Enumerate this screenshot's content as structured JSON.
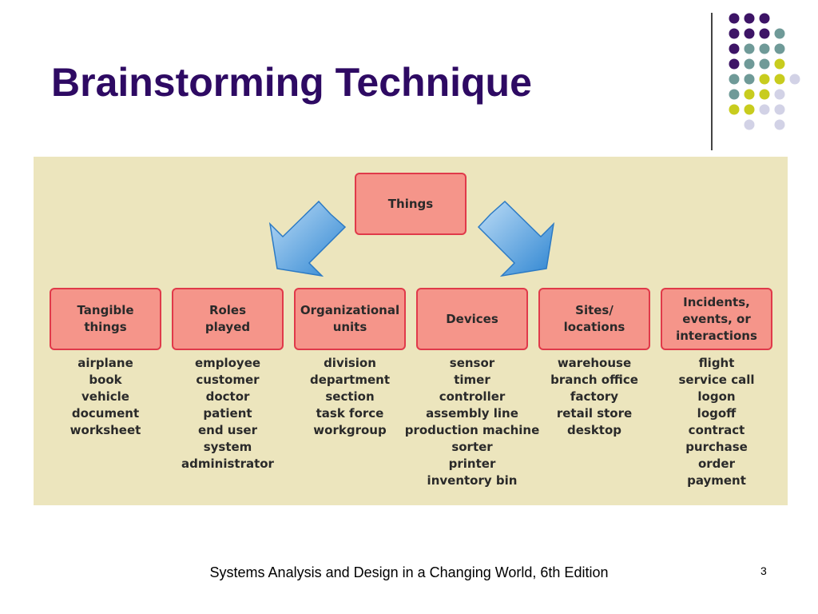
{
  "slide": {
    "title": "Brainstorming Technique",
    "footer": "Systems Analysis and Design in a Changing World, 6th Edition",
    "page_number": "3"
  },
  "colors": {
    "title": "#2e0a63",
    "panel": "#ece5bd",
    "box_fill": "#f5958a",
    "box_border": "#e03a4a",
    "arrow": "#3a8fd8",
    "dot_purple": "#3d1466",
    "dot_teal": "#6f9a98",
    "dot_yellow": "#c8cc1e",
    "dot_lavender": "#d2d2e6"
  },
  "diagram": {
    "root": "Things",
    "categories": [
      {
        "label": "Tangible\nthings",
        "items": [
          "airplane",
          "book",
          "vehicle",
          "document",
          "worksheet"
        ]
      },
      {
        "label": "Roles\nplayed",
        "items": [
          "employee",
          "customer",
          "doctor",
          "patient",
          "end user",
          "system",
          "administrator"
        ]
      },
      {
        "label": "Organizational\nunits",
        "items": [
          "division",
          "department",
          "section",
          "task force",
          "workgroup"
        ]
      },
      {
        "label": "Devices",
        "items": [
          "sensor",
          "timer",
          "controller",
          "assembly line",
          "production machine",
          "sorter",
          "printer",
          "inventory bin"
        ]
      },
      {
        "label": "Sites/\nlocations",
        "items": [
          "warehouse",
          "branch office",
          "factory",
          "retail store",
          "desktop"
        ]
      },
      {
        "label": "Incidents,\nevents, or\ninteractions",
        "items": [
          "flight",
          "service call",
          "logon",
          "logoff",
          "contract",
          "purchase",
          "order",
          "payment"
        ]
      }
    ]
  }
}
